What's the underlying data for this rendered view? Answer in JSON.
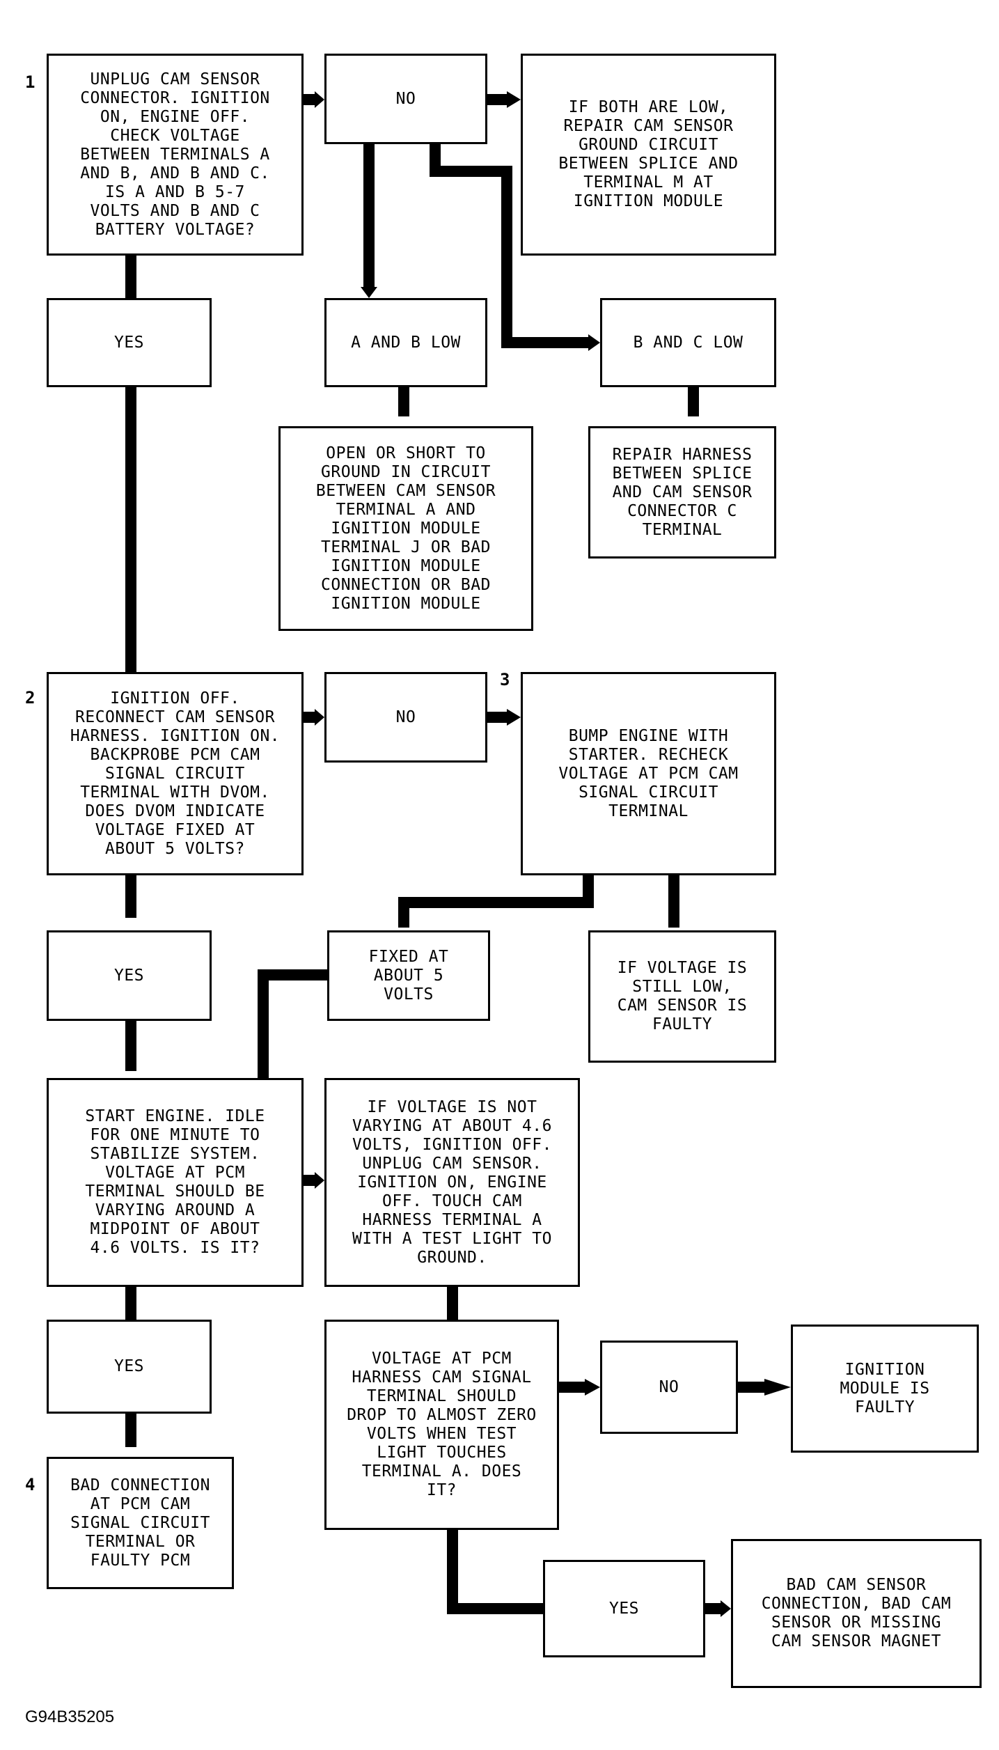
{
  "boxes": {
    "q1": "UNPLUG CAM SENSOR\nCONNECTOR. IGNITION\nON, ENGINE OFF.\nCHECK VOLTAGE\nBETWEEN TERMINALS A\nAND B, AND B AND C.\nIS A AND B 5-7\nVOLTS AND B AND C\nBATTERY VOLTAGE?",
    "no1": "NO",
    "both_low": "IF BOTH ARE LOW,\nREPAIR CAM SENSOR\nGROUND CIRCUIT\nBETWEEN SPLICE AND\nTERMINAL M AT\nIGNITION MODULE",
    "yes1": "YES",
    "ab_low": "A AND B LOW",
    "bc_low": "B AND C LOW",
    "open_short": "OPEN OR SHORT TO\nGROUND IN CIRCUIT\nBETWEEN CAM SENSOR\nTERMINAL A AND\nIGNITION MODULE\nTERMINAL J OR BAD\nIGNITION MODULE\nCONNECTION OR BAD\nIGNITION MODULE",
    "repair_harness": "REPAIR HARNESS\nBETWEEN SPLICE\nAND CAM SENSOR\nCONNECTOR C\nTERMINAL",
    "q2": "IGNITION OFF.\nRECONNECT CAM SENSOR\nHARNESS. IGNITION ON.\nBACKPROBE PCM CAM\nSIGNAL CIRCUIT\nTERMINAL WITH DVOM.\nDOES DVOM INDICATE\nVOLTAGE FIXED AT\nABOUT 5 VOLTS?",
    "no2": "NO",
    "bump": "BUMP ENGINE WITH\nSTARTER. RECHECK\nVOLTAGE AT PCM CAM\nSIGNAL CIRCUIT\nTERMINAL",
    "yes2": "YES",
    "fixed5": "FIXED AT\nABOUT 5\nVOLTS",
    "still_low": "IF VOLTAGE IS\nSTILL LOW,\nCAM SENSOR IS\nFAULTY",
    "start_engine": "START ENGINE. IDLE\nFOR ONE MINUTE TO\nSTABILIZE SYSTEM.\nVOLTAGE AT PCM\nTERMINAL SHOULD BE\nVARYING AROUND A\nMIDPOINT OF ABOUT\n4.6 VOLTS. IS IT?",
    "not_varying": "IF VOLTAGE IS NOT\nVARYING AT ABOUT 4.6\nVOLTS, IGNITION OFF.\nUNPLUG CAM SENSOR.\nIGNITION ON, ENGINE\nOFF. TOUCH CAM\nHARNESS TERMINAL A\nWITH A TEST LIGHT TO\nGROUND.",
    "yes3": "YES",
    "voltage_drop": "VOLTAGE AT PCM\nHARNESS CAM SIGNAL\nTERMINAL SHOULD\nDROP TO ALMOST ZERO\nVOLTS WHEN TEST\nLIGHT TOUCHES\nTERMINAL A. DOES\nIT?",
    "no3": "NO",
    "ign_faulty": "IGNITION\nMODULE IS\nFAULTY",
    "bad_conn": "BAD CONNECTION\nAT PCM CAM\nSIGNAL CIRCUIT\nTERMINAL OR\nFAULTY PCM",
    "yes4": "YES",
    "bad_cam": "BAD CAM SENSOR\nCONNECTION, BAD CAM\nSENSOR OR MISSING\nCAM SENSOR MAGNET"
  },
  "step_numbers": {
    "s1": "1",
    "s2": "2",
    "s3": "3",
    "s4": "4"
  },
  "figure_id": "G94B35205"
}
